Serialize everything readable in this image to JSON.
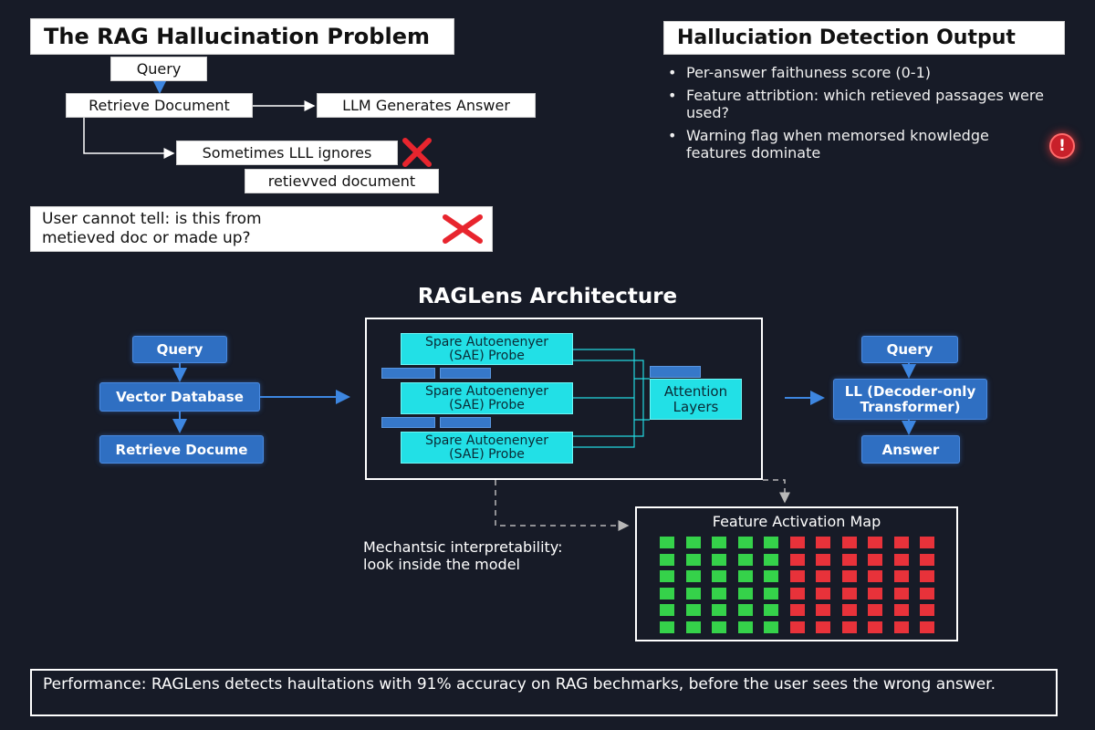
{
  "problem": {
    "title": "The RAG Hallucination Problem",
    "query": "Query",
    "retrieve": "Retrieve Document",
    "llm": "LLM Generates Answer",
    "ignore_line1": "Sometimes LLL ignores",
    "ignore_line2": "retievved document",
    "user_line1": "User cannot tell: is this from",
    "user_line2": "metieved doc or made up?"
  },
  "output": {
    "title": "Halluciation Detection Output",
    "bullets": [
      {
        "text": "Per-answer faithuness score (0-1)"
      },
      {
        "text": "Feature attribtion: which retieved passages were used?"
      },
      {
        "text": "Warning flag when memorsed knowledge features dominate"
      }
    ]
  },
  "architecture": {
    "title": "RAGLens Architecture",
    "left": {
      "query": "Query",
      "vector_db": "Vector Database",
      "retrieve": "Retrieve Docume"
    },
    "probe": {
      "line1": "Spare Autoenenyer",
      "line2": "(SAE) Probe"
    },
    "attention": {
      "line1": "Attention",
      "line2": "Layers"
    },
    "right": {
      "query": "Query",
      "llm_line1": "LL (Decoder-only",
      "llm_line2": "Transformer)",
      "answer": "Answer"
    }
  },
  "activation_map": {
    "title": "Feature Activation Map",
    "rows": 6,
    "cols": 11,
    "green_cols": 5,
    "colors": {
      "green": "#35d24a",
      "red": "#e8323a"
    }
  },
  "note": {
    "line1": "Mechantsic interpretability:",
    "line2": "look inside the model"
  },
  "performance": {
    "text": "Performance: RAGLens detects haultations with 91% accuracy on RAG bechmarks, before the user sees the wrong answer."
  },
  "colors": {
    "background": "#171b27",
    "blue": "#2f6fc2",
    "cyan": "#22e0e6",
    "cross": "#e8252e",
    "warning": "#c8202a"
  }
}
